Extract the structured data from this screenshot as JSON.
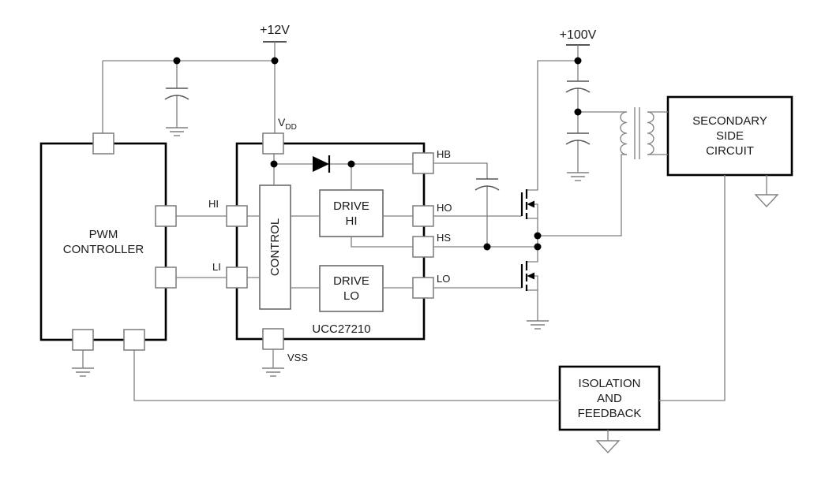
{
  "diagram": {
    "rails": {
      "v12": "+12V",
      "v100": "+100V"
    },
    "pwm": {
      "lines": [
        "PWM",
        "CONTROLLER"
      ]
    },
    "driver": {
      "part": "UCC27210",
      "control": "CONTROL",
      "drive_hi": [
        "DRIVE",
        "HI"
      ],
      "drive_lo": [
        "DRIVE",
        "LO"
      ],
      "pins": {
        "vdd_base": "V",
        "vdd_sub": "DD",
        "vss": "VSS",
        "hi": "HI",
        "li": "LI",
        "hb": "HB",
        "ho": "HO",
        "hs": "HS",
        "lo": "LO"
      }
    },
    "secondary": {
      "lines": [
        "SECONDARY",
        "SIDE",
        "CIRCUIT"
      ]
    },
    "isolation": {
      "lines": [
        "ISOLATION",
        "AND",
        "FEEDBACK"
      ]
    },
    "colors": {
      "wire": "#808080",
      "symbol": "#000000",
      "block_border": "#000000"
    }
  }
}
